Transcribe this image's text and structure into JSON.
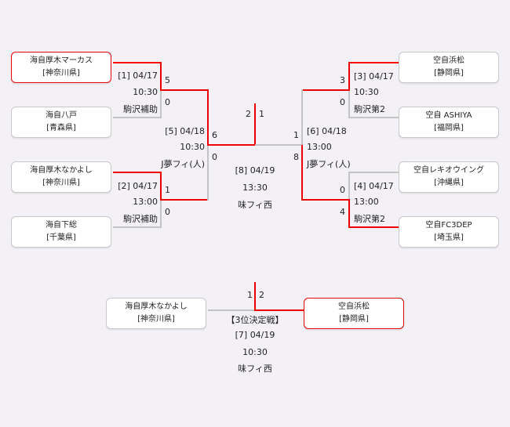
{
  "teams": {
    "l1": {
      "name": "海自厚木マーカス",
      "pref": "[神奈川県]"
    },
    "l2": {
      "name": "海自八戸",
      "pref": "[青森県]"
    },
    "l3": {
      "name": "海自厚木なかよし",
      "pref": "[神奈川県]"
    },
    "l4": {
      "name": "海自下総",
      "pref": "[千葉県]"
    },
    "r1": {
      "name": "空自浜松",
      "pref": "[静岡県]"
    },
    "r2": {
      "name": "空自 ASHIYA",
      "pref": "[福岡県]"
    },
    "r3": {
      "name": "空自レキオウイング",
      "pref": "[沖縄県]"
    },
    "r4": {
      "name": "空自FC3DEP",
      "pref": "[埼玉県]"
    },
    "b1": {
      "name": "海自厚木なかよし",
      "pref": "[神奈川県]"
    },
    "b2": {
      "name": "空自浜松",
      "pref": "[静岡県]"
    }
  },
  "matches": {
    "m1": {
      "label": "[1] 04/17",
      "time": "10:30",
      "venue": "駒沢補助",
      "s1": "5",
      "s2": "0"
    },
    "m2": {
      "label": "[2] 04/17",
      "time": "13:00",
      "venue": "駒沢補助",
      "s1": "1",
      "s2": "0"
    },
    "m3": {
      "label": "[3] 04/17",
      "time": "10:30",
      "venue": "駒沢第2",
      "s1": "3",
      "s2": "0"
    },
    "m4": {
      "label": "[4] 04/17",
      "time": "13:00",
      "venue": "駒沢第2",
      "s1": "0",
      "s2": "4"
    },
    "m5": {
      "label": "[5] 04/18",
      "time": "10:30",
      "venue": "J夢フィ(人)",
      "s1": "6",
      "s2": "0"
    },
    "m6": {
      "label": "[6] 04/18",
      "time": "13:00",
      "venue": "J夢フィ(人)",
      "s1": "1",
      "s2": "8"
    },
    "m8": {
      "label": "[8] 04/19",
      "time": "13:30",
      "venue": "味フィ西",
      "s1": "2",
      "s2": "1"
    },
    "m7": {
      "title": "【3位決定戦】",
      "label": "[7] 04/19",
      "time": "10:30",
      "venue": "味フィ西",
      "s1": "1",
      "s2": "2"
    }
  },
  "colors": {
    "win": "#ee0000",
    "lose": "#c4c4c4",
    "bg": "#f3f1f5"
  }
}
